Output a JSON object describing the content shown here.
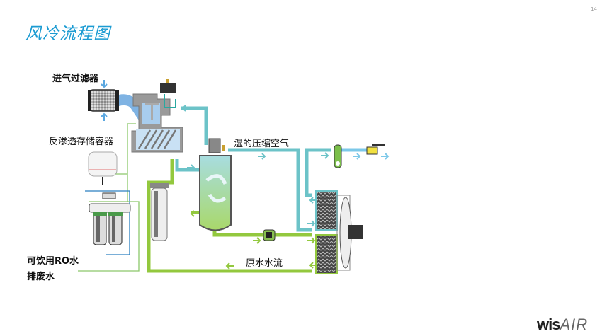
{
  "slide": {
    "title": "风冷流程图",
    "page_number": "14"
  },
  "labels": {
    "intake_filter": "进气过滤器",
    "ro_tank": "反渗透存储容器",
    "wet_compressed_air": "湿的压缩空气",
    "raw_water_flow": "原水水流",
    "drinkable_ro_water": "可饮用RO水",
    "waste_water": "排废水"
  },
  "logo": {
    "part1": "wis",
    "part2": "AIR"
  },
  "colors": {
    "title": "#1b9bd2",
    "air_line": "#6cc3c8",
    "air_line_light": "#7cc8e8",
    "water_line": "#93c83e",
    "ro_line": "#2a7fc0",
    "waste_line": "#8cc86a"
  }
}
